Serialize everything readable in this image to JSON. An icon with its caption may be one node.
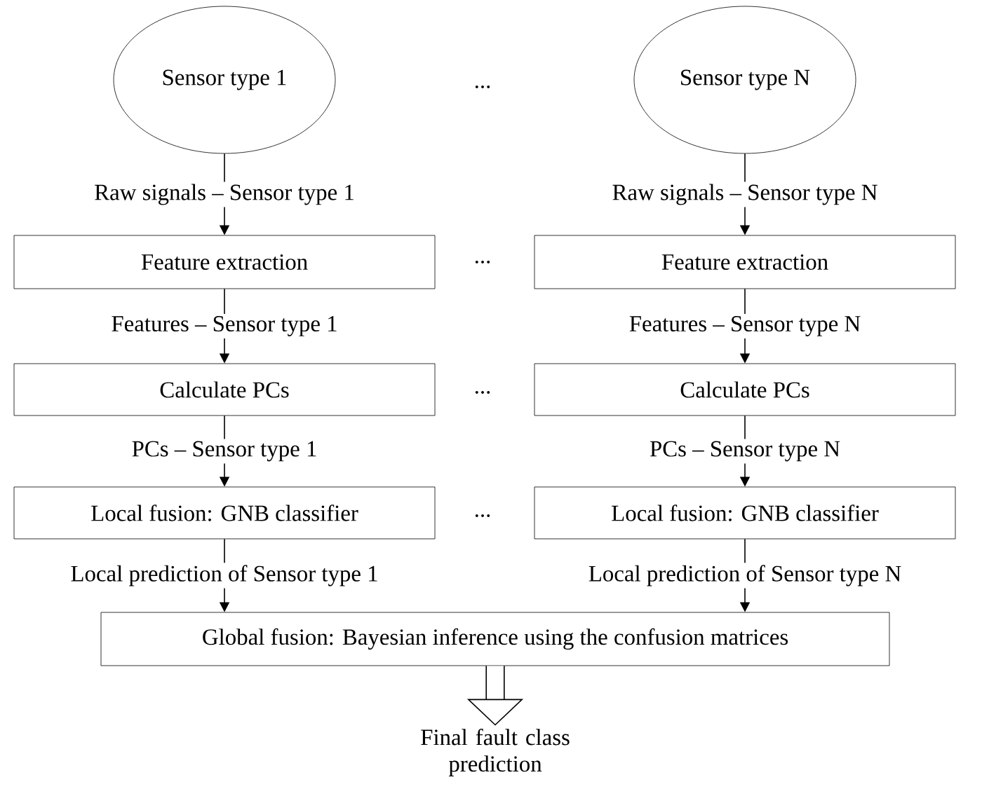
{
  "diagram": {
    "nodes": [
      {
        "text": [
          "Sensor type 1"
        ]
      },
      {
        "text": [
          "Sensor type N"
        ]
      },
      {
        "text": [
          "Feature extraction"
        ]
      },
      {
        "text": [
          "Feature extraction"
        ]
      },
      {
        "text": [
          "Calculate PCs"
        ]
      },
      {
        "text": [
          "Calculate PCs"
        ]
      },
      {
        "text": [
          "Local fusion: GNB classifier"
        ]
      },
      {
        "text": [
          "Local fusion: GNB classifier"
        ]
      },
      {
        "text": [
          "Global fusion: Bayesian inference using the confusion matrices"
        ]
      },
      {
        "text": [
          "Final fault class prediction"
        ]
      }
    ],
    "edges": [
      {
        "from": 0,
        "to": 2,
        "arrow": "to",
        "label": "Raw signals – Sensor type 1"
      },
      {
        "from": 1,
        "to": 3,
        "arrow": "to",
        "label": "Raw signals – Sensor type N"
      },
      {
        "from": 2,
        "to": 4,
        "arrow": "to",
        "label": "Features – Sensor type 1"
      },
      {
        "from": 3,
        "to": 5,
        "arrow": "to",
        "label": "Features – Sensor type N"
      },
      {
        "from": 4,
        "to": 6,
        "arrow": "to",
        "label": "PCs – Sensor type 1"
      },
      {
        "from": 5,
        "to": 7,
        "arrow": "to",
        "label": "PCs – Sensor type N"
      },
      {
        "from": 6,
        "to": 8,
        "arrow": "to",
        "label": "Local prediction of Sensor type 1"
      },
      {
        "from": 7,
        "to": 8,
        "arrow": "to",
        "label": "Local prediction of Sensor type N"
      },
      {
        "from": 8,
        "to": 9,
        "arrow": "to",
        "style": "thick"
      }
    ],
    "labels": [
      "...",
      "...",
      "...",
      "..."
    ]
  }
}
